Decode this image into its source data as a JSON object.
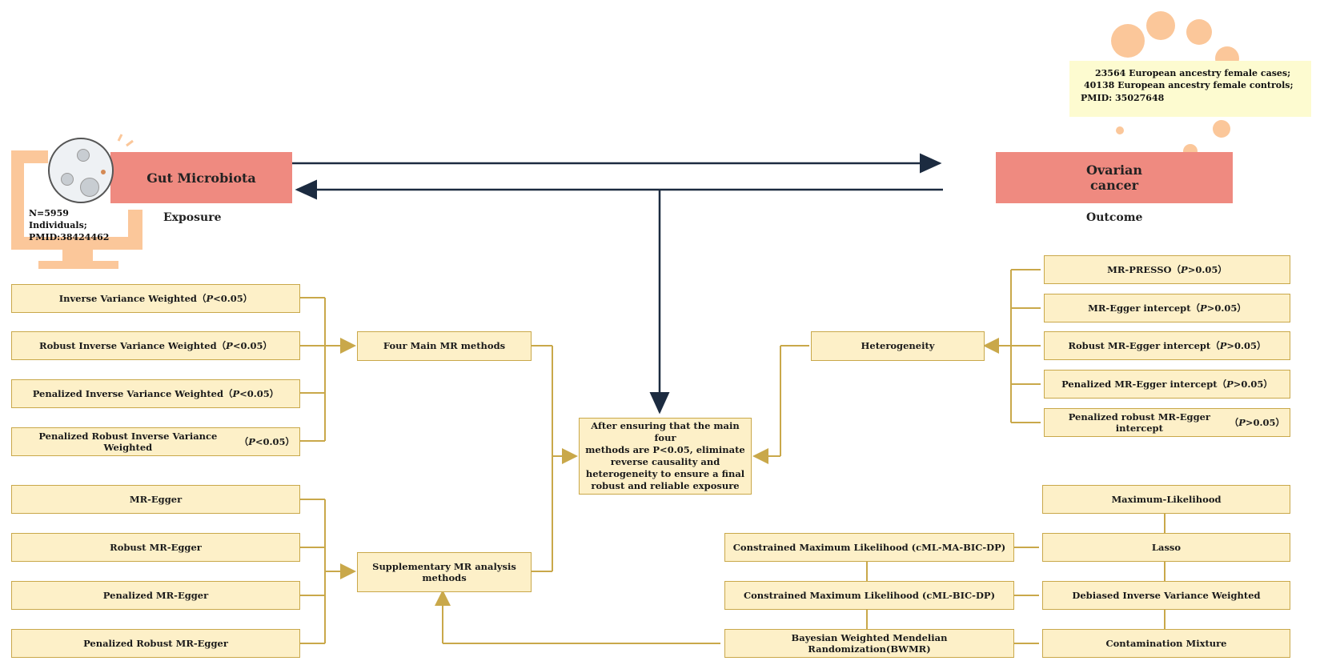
{
  "exposure": {
    "title": "Gut Microbiota",
    "label": "Exposure",
    "info": [
      "N=5959",
      "Individuals;",
      "PMID:38424462"
    ]
  },
  "outcome": {
    "title_line1": "Ovarian",
    "title_line2": "cancer",
    "label": "Outcome",
    "info": [
      "23564 European ancestry female cases;",
      "40138 European ancestry female controls;",
      "PMID: 35027648"
    ]
  },
  "main_methods": {
    "title": "Four Main MR methods",
    "items": [
      {
        "name": "Inverse Variance Weighted",
        "p_open": "（",
        "p_var": "P",
        "p_rest": "<0.05）"
      },
      {
        "name": "Robust Inverse Variance Weighted",
        "p_open": "（",
        "p_var": "P",
        "p_rest": "<0.05）"
      },
      {
        "name": "Penalized Inverse Variance Weighted",
        "p_open": "（",
        "p_var": "P",
        "p_rest": "<0.05）"
      },
      {
        "name": "Penalized Robust Inverse Variance Weighted",
        "p_open": "（",
        "p_var": "P",
        "p_rest": "<0.05）"
      }
    ]
  },
  "supplementary": {
    "title_line1": "Supplementary MR analysis",
    "title_line2": "methods",
    "left_items": [
      "MR-Egger",
      "Robust MR-Egger",
      "Penalized MR-Egger",
      "Penalized Robust MR-Egger"
    ],
    "middle_items": [
      "Constrained Maximum Likelihood (cML-MA-BIC-DP)",
      "Constrained Maximum Likelihood (cML-BIC-DP)",
      "Bayesian Weighted Mendelian Randomization(BWMR)"
    ],
    "right_items": [
      "Maximum-Likelihood",
      "Lasso",
      "Debiased Inverse Variance Weighted",
      "Contamination Mixture"
    ]
  },
  "heterogeneity": {
    "title": "Heterogeneity",
    "items": [
      {
        "name": "MR-PRESSO",
        "p_open": "（",
        "p_var": "P",
        "p_rest": ">0.05）"
      },
      {
        "name": "MR-Egger intercept",
        "p_open": "（",
        "p_var": "P",
        "p_rest": ">0.05）"
      },
      {
        "name": "Robust MR-Egger intercept",
        "p_open": "（",
        "p_var": "P",
        "p_rest": ">0.05）"
      },
      {
        "name": "Penalized MR-Egger intercept",
        "p_open": "（",
        "p_var": "P",
        "p_rest": ">0.05）"
      },
      {
        "name": "Penalized robust MR-Egger intercept",
        "p_open": "（",
        "p_var": "P",
        "p_rest": ">0.05）"
      }
    ]
  },
  "conclusion": {
    "lines": [
      "After ensuring that the main four",
      "methods are P<0.05, eliminate",
      "reverse causality and",
      "heterogeneity to ensure a final",
      "robust and reliable exposure"
    ]
  },
  "colors": {
    "box_fill": "#fdf0c8",
    "box_border": "#c9a84a",
    "connector": "#c9a84a",
    "arrow_dark": "#1c2b40",
    "red_box": "#ef8a80",
    "monitor": "#fbc79a",
    "note_bg": "#fdfbd0"
  },
  "icons": [
    "petri-dish-icon",
    "monitor-icon"
  ]
}
